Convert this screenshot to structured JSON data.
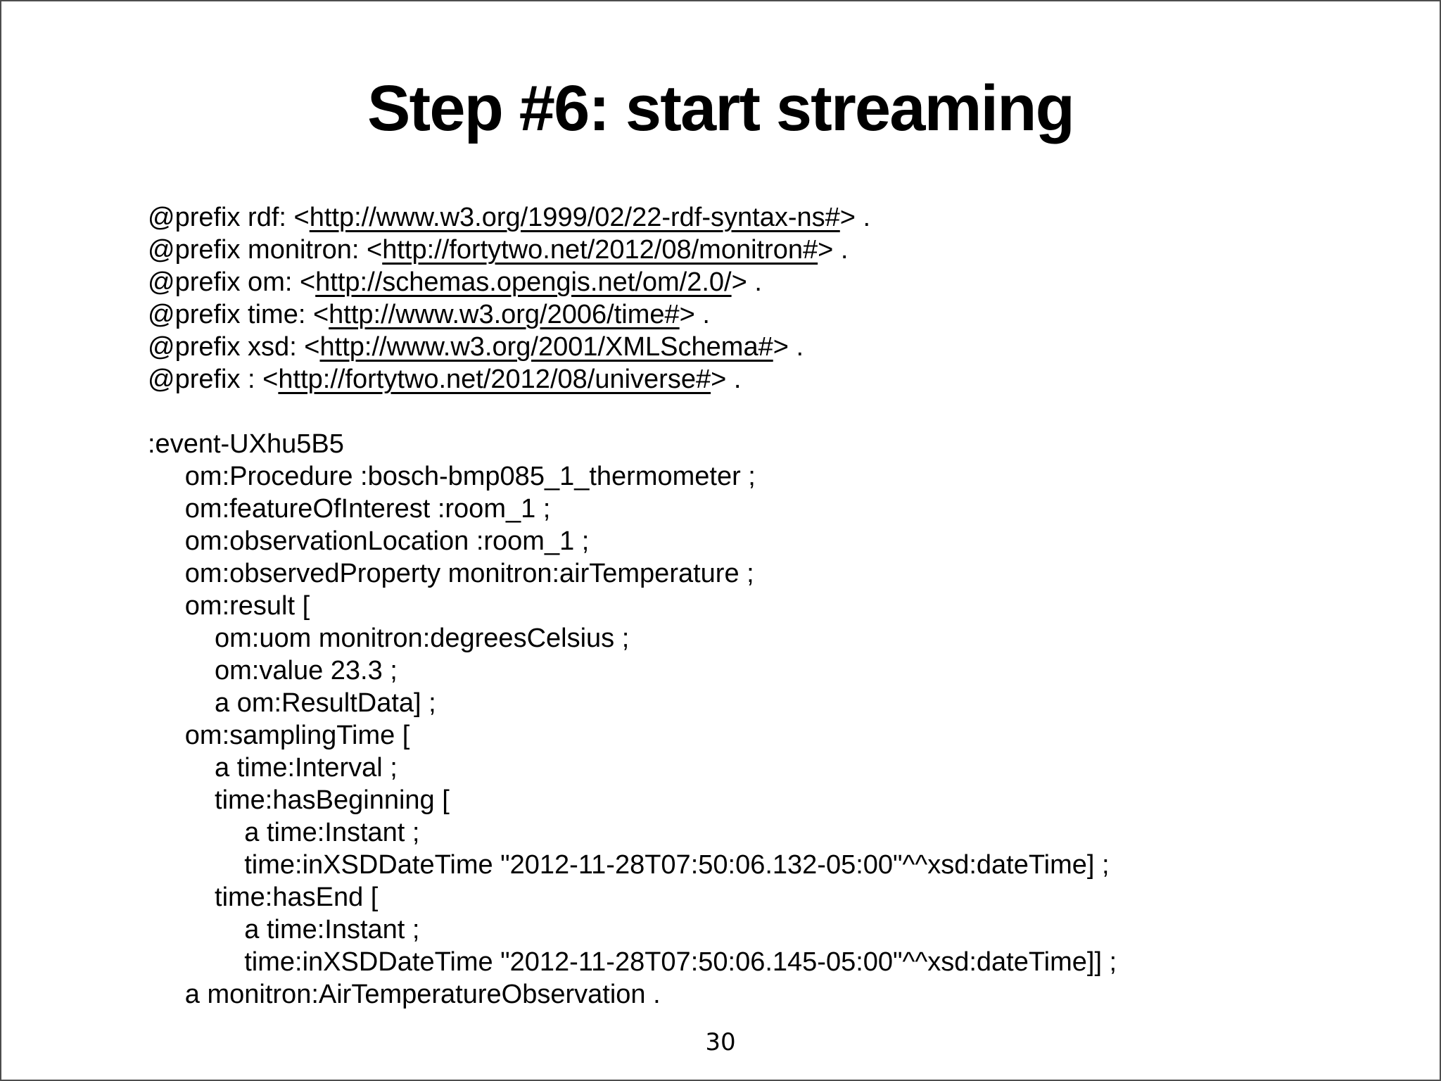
{
  "slide": {
    "title": "Step #6: start streaming",
    "page_number": "30"
  },
  "code": {
    "prefix_lines": [
      {
        "before": "@prefix rdf: <",
        "url": "http://www.w3.org/1999/02/22-rdf-syntax-ns#",
        "after": "> ."
      },
      {
        "before": "@prefix monitron: <",
        "url": "http://fortytwo.net/2012/08/monitron#",
        "after": "> ."
      },
      {
        "before": "@prefix om: <",
        "url": "http://schemas.opengis.net/om/2.0/",
        "after": "> ."
      },
      {
        "before": "@prefix time: <",
        "url": "http://www.w3.org/2006/time#",
        "after": "> ."
      },
      {
        "before": "@prefix xsd: <",
        "url": "http://www.w3.org/2001/XMLSchema#",
        "after": "> ."
      },
      {
        "before": "@prefix : <",
        "url": "http://fortytwo.net/2012/08/universe#",
        "after": "> ."
      }
    ],
    "statement_lines": [
      ":event-UXhu5B5",
      "     om:Procedure :bosch-bmp085_1_thermometer ;",
      "     om:featureOfInterest :room_1 ;",
      "     om:observationLocation :room_1 ;",
      "     om:observedProperty monitron:airTemperature ;",
      "     om:result [",
      "         om:uom monitron:degreesCelsius ;",
      "         om:value 23.3 ;",
      "         a om:ResultData] ;",
      "     om:samplingTime [",
      "         a time:Interval ;",
      "         time:hasBeginning [",
      "             a time:Instant ;",
      "             time:inXSDDateTime \"2012-11-28T07:50:06.132-05:00\"^^xsd:dateTime] ;",
      "         time:hasEnd [",
      "             a time:Instant ;",
      "             time:inXSDDateTime \"2012-11-28T07:50:06.145-05:00\"^^xsd:dateTime]] ;",
      "     a monitron:AirTemperatureObservation ."
    ]
  }
}
